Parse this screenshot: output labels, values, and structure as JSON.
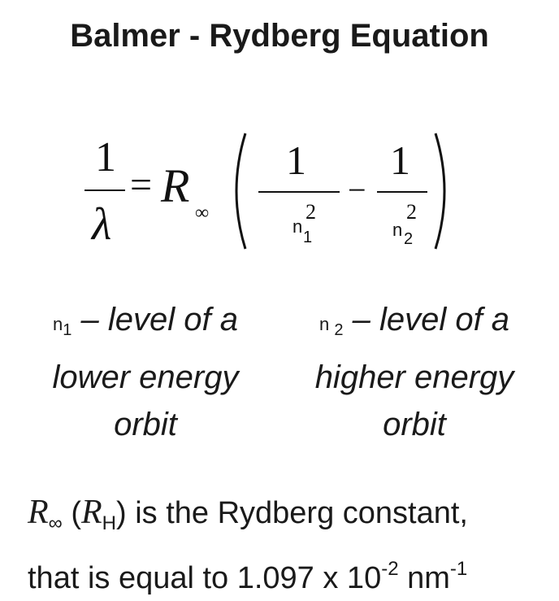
{
  "title": "Balmer - Rydberg Equation",
  "equation": {
    "one": "1",
    "lambda": "λ",
    "equals": "=",
    "R": "R",
    "infinity": "∞",
    "minus": "−",
    "n1_base": "n",
    "n1_sub": "1",
    "n2_base": "n",
    "n2_sub": "2",
    "exponent": "2"
  },
  "levels": {
    "lower": {
      "symbol": "n",
      "sub": "1",
      "line1": "– level of a",
      "line2": "lower energy",
      "line3": "orbit"
    },
    "higher": {
      "symbol": "n",
      "sub": "2",
      "line1": "– level of a",
      "line2": "higher energy",
      "line3": "orbit"
    }
  },
  "note": {
    "R_symbol": "R",
    "R_sub": "∞",
    "RH_open": "(",
    "RH_symbol": "R",
    "RH_sub": "H",
    "line1_rest": ") is the Rydberg constant,",
    "line2_prefix": "that is equal to 1.097 x 10",
    "exp1": "-2",
    "unit": " nm",
    "exp2": "-1"
  }
}
